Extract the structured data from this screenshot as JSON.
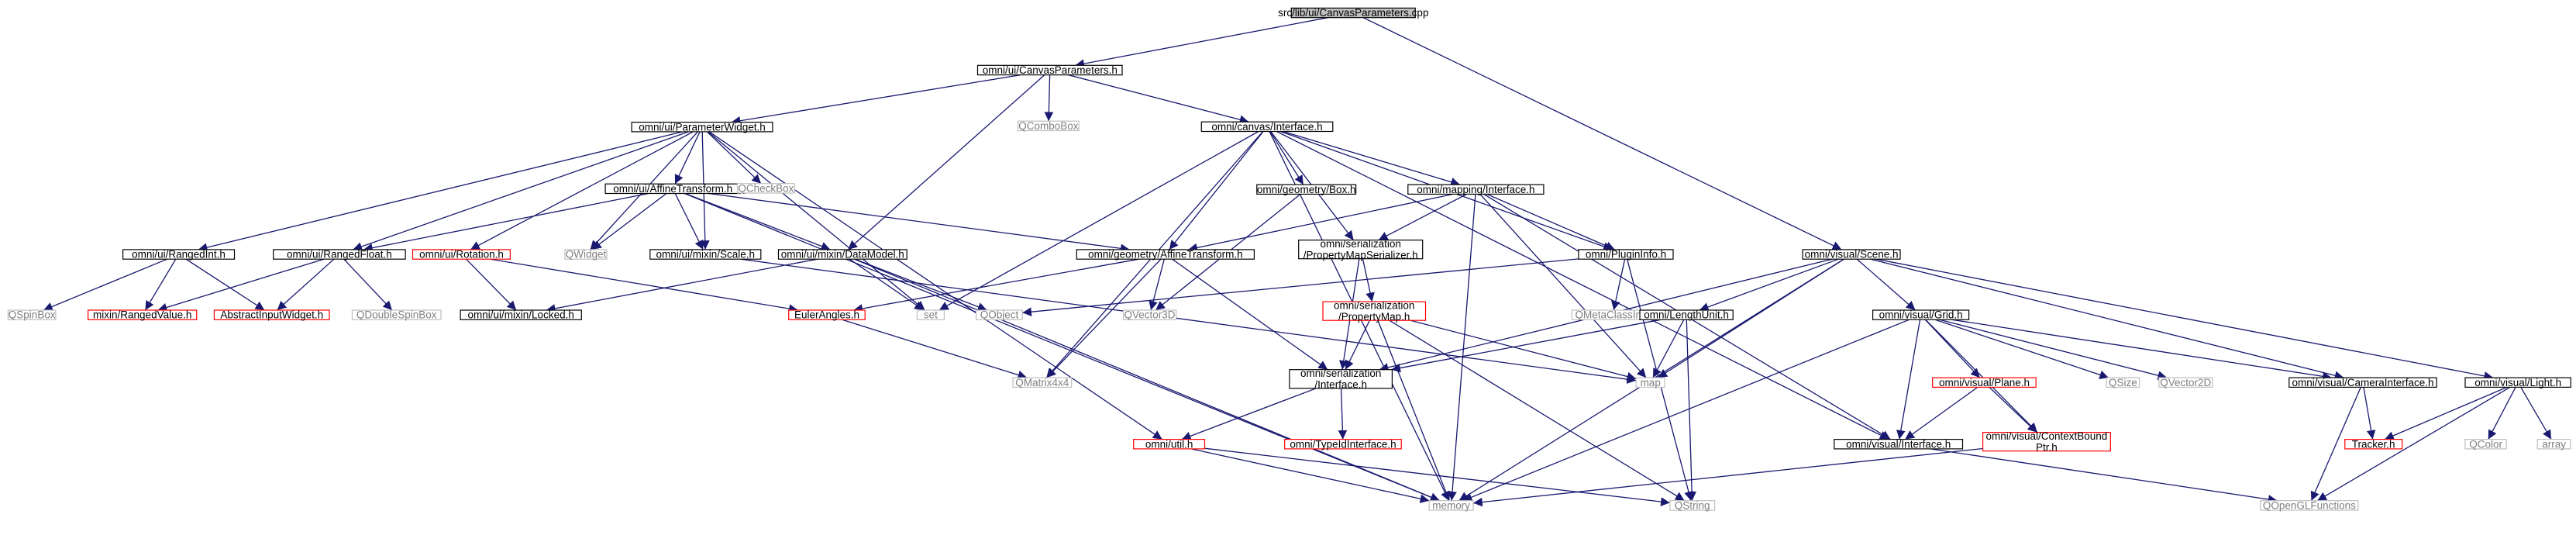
{
  "graph": {
    "style": {
      "edge_color": "#191970",
      "normal_border": "#000000",
      "normal_fill": "#ffffff",
      "normal_text": "#000000",
      "root_fill": "#bfbfbf",
      "truncated_border": "#ff0000",
      "external_border": "#bfbfbf",
      "external_text": "#808080"
    },
    "nodes": [
      {
        "id": "root",
        "lines": [
          "src/lib/ui/CanvasParameters.cpp"
        ],
        "kind": "root"
      },
      {
        "id": "canvasparams_h",
        "lines": [
          "omni/ui/CanvasParameters.h"
        ],
        "kind": "normal"
      },
      {
        "id": "paramwidget_h",
        "lines": [
          "omni/ui/ParameterWidget.h"
        ],
        "kind": "normal"
      },
      {
        "id": "qcombobox",
        "lines": [
          "QComboBox"
        ],
        "kind": "external"
      },
      {
        "id": "canvas_interface_h",
        "lines": [
          "omni/canvas/Interface.h"
        ],
        "kind": "normal"
      },
      {
        "id": "affinetransform_ui_h",
        "lines": [
          "omni/ui/AffineTransform.h"
        ],
        "kind": "normal"
      },
      {
        "id": "qcheckbox",
        "lines": [
          "QCheckBox"
        ],
        "kind": "external"
      },
      {
        "id": "geometry_box_h",
        "lines": [
          "omni/geometry/Box.h"
        ],
        "kind": "normal"
      },
      {
        "id": "mapping_interface_h",
        "lines": [
          "omni/mapping/Interface.h"
        ],
        "kind": "normal"
      },
      {
        "id": "rangedint_h",
        "lines": [
          "omni/ui/RangedInt.h"
        ],
        "kind": "normal"
      },
      {
        "id": "rangedfloat_h",
        "lines": [
          "omni/ui/RangedFloat.h"
        ],
        "kind": "normal"
      },
      {
        "id": "rotation_h",
        "lines": [
          "omni/ui/Rotation.h"
        ],
        "kind": "truncated"
      },
      {
        "id": "qwidget",
        "lines": [
          "QWidget"
        ],
        "kind": "external"
      },
      {
        "id": "mixin_scale_h",
        "lines": [
          "omni/ui/mixin/Scale.h"
        ],
        "kind": "normal"
      },
      {
        "id": "mixin_datamodel_h",
        "lines": [
          "omni/ui/mixin/DataModel.h"
        ],
        "kind": "normal"
      },
      {
        "id": "geometry_affine_h",
        "lines": [
          "omni/geometry/AffineTransform.h"
        ],
        "kind": "normal"
      },
      {
        "id": "propmapserializer_h",
        "lines": [
          "omni/serialization",
          "/PropertyMapSerializer.h"
        ],
        "kind": "normal"
      },
      {
        "id": "plugininfo_h",
        "lines": [
          "omni/PluginInfo.h"
        ],
        "kind": "normal"
      },
      {
        "id": "visual_scene_h",
        "lines": [
          "omni/visual/Scene.h"
        ],
        "kind": "normal"
      },
      {
        "id": "qspinbox",
        "lines": [
          "QSpinBox"
        ],
        "kind": "external"
      },
      {
        "id": "mixin_rangedvalue_h",
        "lines": [
          "mixin/RangedValue.h"
        ],
        "kind": "truncated"
      },
      {
        "id": "abstractinputwidget_h",
        "lines": [
          "AbstractInputWidget.h"
        ],
        "kind": "truncated"
      },
      {
        "id": "qdoublespinbox",
        "lines": [
          "QDoubleSpinBox"
        ],
        "kind": "external"
      },
      {
        "id": "mixin_locked_h",
        "lines": [
          "omni/ui/mixin/Locked.h"
        ],
        "kind": "normal"
      },
      {
        "id": "set",
        "lines": [
          "set"
        ],
        "kind": "external"
      },
      {
        "id": "eulerangles_h",
        "lines": [
          "EulerAngles.h"
        ],
        "kind": "truncated"
      },
      {
        "id": "qobject",
        "lines": [
          "QObject"
        ],
        "kind": "external"
      },
      {
        "id": "qvector3d",
        "lines": [
          "QVector3D"
        ],
        "kind": "external"
      },
      {
        "id": "propertymap_h",
        "lines": [
          "omni/serialization",
          "/PropertyMap.h"
        ],
        "kind": "truncated"
      },
      {
        "id": "qmetaclassinfo",
        "lines": [
          "QMetaClassInfo"
        ],
        "kind": "external"
      },
      {
        "id": "lengthunit_h",
        "lines": [
          "omni/LengthUnit.h"
        ],
        "kind": "normal"
      },
      {
        "id": "visual_grid_h",
        "lines": [
          "omni/visual/Grid.h"
        ],
        "kind": "normal"
      },
      {
        "id": "qmatrix4x4",
        "lines": [
          "QMatrix4x4"
        ],
        "kind": "external"
      },
      {
        "id": "serialization_interface_h",
        "lines": [
          "omni/serialization",
          "/Interface.h"
        ],
        "kind": "normal"
      },
      {
        "id": "map",
        "lines": [
          "map"
        ],
        "kind": "external"
      },
      {
        "id": "visual_plane_h",
        "lines": [
          "omni/visual/Plane.h"
        ],
        "kind": "truncated"
      },
      {
        "id": "qsize",
        "lines": [
          "QSize"
        ],
        "kind": "external"
      },
      {
        "id": "qvector2d",
        "lines": [
          "QVector2D"
        ],
        "kind": "external"
      },
      {
        "id": "camerainterface_h",
        "lines": [
          "omni/visual/CameraInterface.h"
        ],
        "kind": "normal"
      },
      {
        "id": "visual_light_h",
        "lines": [
          "omni/visual/Light.h"
        ],
        "kind": "normal"
      },
      {
        "id": "typeidinterface_h",
        "lines": [
          "omni/TypeIdInterface.h"
        ],
        "kind": "truncated"
      },
      {
        "id": "util_h",
        "lines": [
          "omni/util.h"
        ],
        "kind": "truncated"
      },
      {
        "id": "visual_interface_h",
        "lines": [
          "omni/visual/Interface.h"
        ],
        "kind": "normal"
      },
      {
        "id": "contextboundptr_h",
        "lines": [
          "omni/visual/ContextBound",
          "Ptr.h"
        ],
        "kind": "truncated"
      },
      {
        "id": "tracker_h",
        "lines": [
          "Tracker.h"
        ],
        "kind": "truncated"
      },
      {
        "id": "qcolor",
        "lines": [
          "QColor"
        ],
        "kind": "external"
      },
      {
        "id": "array",
        "lines": [
          "array"
        ],
        "kind": "external"
      },
      {
        "id": "memory",
        "lines": [
          "memory"
        ],
        "kind": "external"
      },
      {
        "id": "qstring",
        "lines": [
          "QString"
        ],
        "kind": "external"
      },
      {
        "id": "qopenglfunctions",
        "lines": [
          "QOpenGLFunctions"
        ],
        "kind": "external"
      }
    ],
    "edges": [
      [
        "root",
        "canvasparams_h"
      ],
      [
        "root",
        "visual_scene_h"
      ],
      [
        "canvasparams_h",
        "paramwidget_h"
      ],
      [
        "canvasparams_h",
        "qcombobox"
      ],
      [
        "canvasparams_h",
        "canvas_interface_h"
      ],
      [
        "canvasparams_h",
        "mixin_datamodel_h"
      ],
      [
        "paramwidget_h",
        "affinetransform_ui_h"
      ],
      [
        "paramwidget_h",
        "qcheckbox"
      ],
      [
        "paramwidget_h",
        "rangedint_h"
      ],
      [
        "paramwidget_h",
        "rangedfloat_h"
      ],
      [
        "paramwidget_h",
        "rotation_h"
      ],
      [
        "paramwidget_h",
        "qwidget"
      ],
      [
        "paramwidget_h",
        "mixin_scale_h"
      ],
      [
        "paramwidget_h",
        "set"
      ],
      [
        "paramwidget_h",
        "util_h"
      ],
      [
        "canvas_interface_h",
        "geometry_box_h"
      ],
      [
        "canvas_interface_h",
        "mapping_interface_h"
      ],
      [
        "canvas_interface_h",
        "geometry_affine_h"
      ],
      [
        "canvas_interface_h",
        "propmapserializer_h"
      ],
      [
        "canvas_interface_h",
        "plugininfo_h"
      ],
      [
        "canvas_interface_h",
        "set"
      ],
      [
        "canvas_interface_h",
        "qmatrix4x4"
      ],
      [
        "canvas_interface_h",
        "memory"
      ],
      [
        "canvas_interface_h",
        "visual_interface_h"
      ],
      [
        "affinetransform_ui_h",
        "rangedfloat_h"
      ],
      [
        "affinetransform_ui_h",
        "qwidget"
      ],
      [
        "affinetransform_ui_h",
        "mixin_scale_h"
      ],
      [
        "affinetransform_ui_h",
        "mixin_datamodel_h"
      ],
      [
        "affinetransform_ui_h",
        "geometry_affine_h"
      ],
      [
        "affinetransform_ui_h",
        "memory"
      ],
      [
        "mapping_interface_h",
        "geometry_affine_h"
      ],
      [
        "mapping_interface_h",
        "propmapserializer_h"
      ],
      [
        "mapping_interface_h",
        "plugininfo_h"
      ],
      [
        "mapping_interface_h",
        "map"
      ],
      [
        "mapping_interface_h",
        "visual_interface_h"
      ],
      [
        "mapping_interface_h",
        "memory"
      ],
      [
        "geometry_box_h",
        "qvector3d"
      ],
      [
        "rangedint_h",
        "qspinbox"
      ],
      [
        "rangedint_h",
        "mixin_rangedvalue_h"
      ],
      [
        "rangedint_h",
        "abstractinputwidget_h"
      ],
      [
        "rangedfloat_h",
        "mixin_rangedvalue_h"
      ],
      [
        "rangedfloat_h",
        "abstractinputwidget_h"
      ],
      [
        "rangedfloat_h",
        "qdoublespinbox"
      ],
      [
        "rotation_h",
        "mixin_locked_h"
      ],
      [
        "rotation_h",
        "eulerangles_h"
      ],
      [
        "mixin_scale_h",
        "map"
      ],
      [
        "mixin_datamodel_h",
        "mixin_locked_h"
      ],
      [
        "mixin_datamodel_h",
        "set"
      ],
      [
        "mixin_datamodel_h",
        "qobject"
      ],
      [
        "mixin_datamodel_h",
        "memory"
      ],
      [
        "geometry_affine_h",
        "eulerangles_h"
      ],
      [
        "geometry_affine_h",
        "qvector3d"
      ],
      [
        "geometry_affine_h",
        "qmatrix4x4"
      ],
      [
        "geometry_affine_h",
        "serialization_interface_h"
      ],
      [
        "eulerangles_h",
        "qmatrix4x4"
      ],
      [
        "propmapserializer_h",
        "propertymap_h"
      ],
      [
        "propmapserializer_h",
        "serialization_interface_h"
      ],
      [
        "plugininfo_h",
        "qobject"
      ],
      [
        "plugininfo_h",
        "qmetaclassinfo"
      ],
      [
        "plugininfo_h",
        "qstring"
      ],
      [
        "propertymap_h",
        "serialization_interface_h"
      ],
      [
        "propertymap_h",
        "map"
      ],
      [
        "propertymap_h",
        "memory"
      ],
      [
        "propertymap_h",
        "qstring"
      ],
      [
        "visual_scene_h",
        "lengthunit_h"
      ],
      [
        "visual_scene_h",
        "visual_grid_h"
      ],
      [
        "visual_scene_h",
        "camerainterface_h"
      ],
      [
        "visual_scene_h",
        "visual_light_h"
      ],
      [
        "visual_scene_h",
        "map"
      ],
      [
        "visual_scene_h",
        "memory"
      ],
      [
        "visual_scene_h",
        "serialization_interface_h"
      ],
      [
        "lengthunit_h",
        "serialization_interface_h"
      ],
      [
        "lengthunit_h",
        "map"
      ],
      [
        "lengthunit_h",
        "qstring"
      ],
      [
        "serialization_interface_h",
        "util_h"
      ],
      [
        "serialization_interface_h",
        "typeidinterface_h"
      ],
      [
        "util_h",
        "memory"
      ],
      [
        "util_h",
        "qstring"
      ],
      [
        "visual_grid_h",
        "visual_plane_h"
      ],
      [
        "visual_grid_h",
        "qsize"
      ],
      [
        "visual_grid_h",
        "qvector2d"
      ],
      [
        "visual_grid_h",
        "camerainterface_h"
      ],
      [
        "visual_grid_h",
        "contextboundptr_h"
      ],
      [
        "visual_grid_h",
        "visual_interface_h"
      ],
      [
        "visual_grid_h",
        "memory"
      ],
      [
        "visual_plane_h",
        "visual_interface_h"
      ],
      [
        "visual_plane_h",
        "contextboundptr_h"
      ],
      [
        "contextboundptr_h",
        "memory"
      ],
      [
        "camerainterface_h",
        "tracker_h"
      ],
      [
        "camerainterface_h",
        "qopenglfunctions"
      ],
      [
        "visual_light_h",
        "tracker_h"
      ],
      [
        "visual_light_h",
        "qcolor"
      ],
      [
        "visual_light_h",
        "array"
      ],
      [
        "visual_light_h",
        "qopenglfunctions"
      ],
      [
        "visual_interface_h",
        "qopenglfunctions"
      ]
    ]
  }
}
